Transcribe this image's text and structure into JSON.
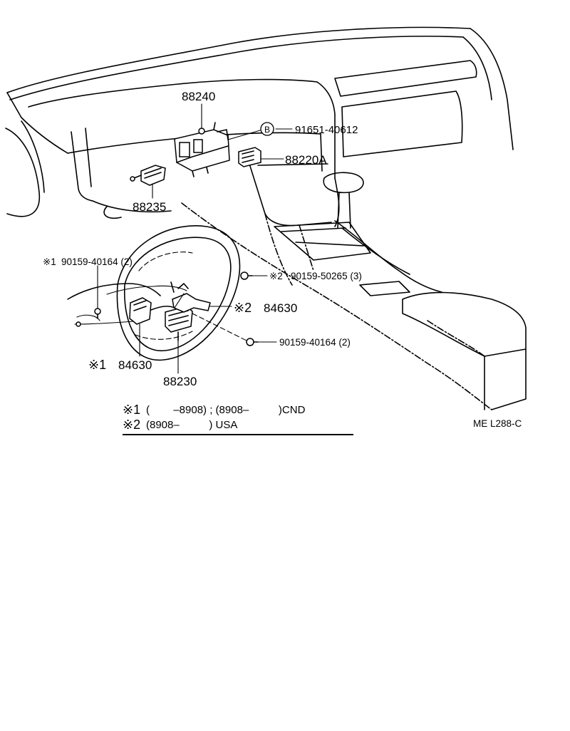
{
  "diagram": {
    "parts": {
      "p88240": "88240",
      "p91651": "91651-40612",
      "p88220a": "88220A",
      "p88235": "88235",
      "p90159_40164_top": "90159-40164 (2)",
      "p90159_50265": "90159-50265 (3)",
      "p84630_right": "84630",
      "p90159_40164_bottom": "90159-40164 (2)",
      "p84630_left": "84630",
      "p88230": "88230"
    },
    "markers": {
      "circled_b": "B",
      "note1_mark": "※1",
      "note2_mark": "※2"
    },
    "notes": {
      "note1_text": "(        –8908) ; (8908–          )CND",
      "note2_text": "(8908–          ) USA"
    },
    "reference_code": "ME L288-C"
  }
}
